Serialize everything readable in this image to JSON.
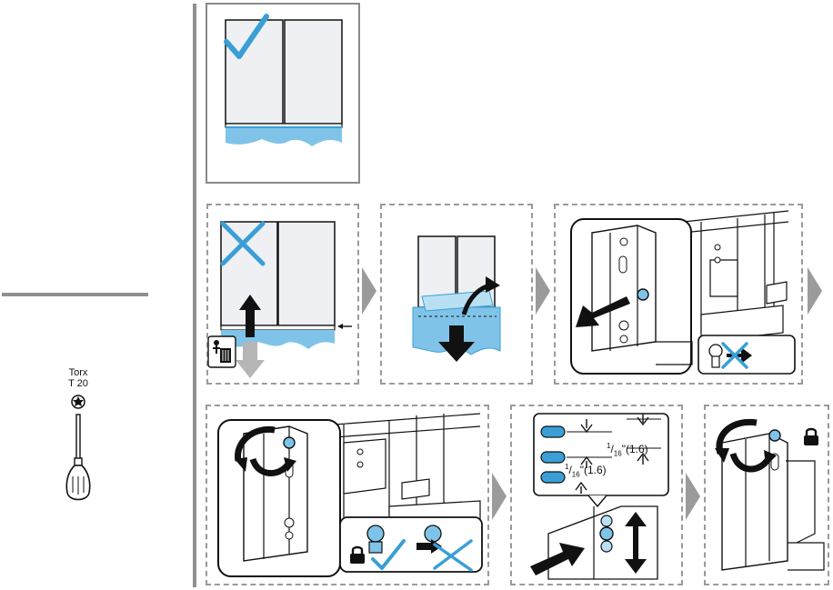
{
  "tool": {
    "name": "Torx",
    "size": "T 20"
  },
  "dimensions": {
    "gap_top_whole": "1",
    "gap_top_num": "16",
    "gap_top_metric": "(1.6)",
    "gap_bottom_whole": "1",
    "gap_bottom_num": "16",
    "gap_bottom_metric": "(1.6)"
  },
  "colors": {
    "accent_blue": "#3a9fd6",
    "light_blue": "#7fc4e8",
    "panel_fill": "#eef0f3",
    "step_arrow": "#9b9b9b",
    "ink": "#1a1a1a"
  },
  "icons": [
    "check-mark-icon",
    "cross-mark-icon",
    "step-arrow-icon",
    "lock-icon",
    "trash-can-icon",
    "screwdriver-icon"
  ]
}
